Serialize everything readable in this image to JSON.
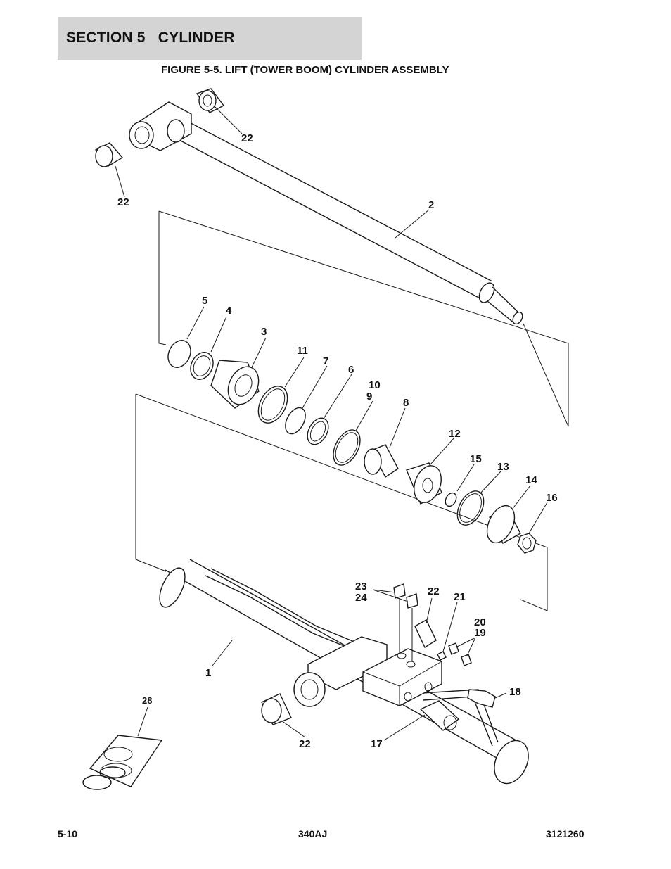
{
  "header": {
    "section_title": "SECTION 5   CYLINDER",
    "figure_title": "FIGURE 5-5. LIFT (TOWER BOOM) CYLINDER ASSEMBLY"
  },
  "callouts": [
    "22",
    "22",
    "2",
    "5",
    "4",
    "3",
    "11",
    "7",
    "6",
    "10",
    "9",
    "8",
    "12",
    "15",
    "13",
    "14",
    "16",
    "23",
    "24",
    "22",
    "21",
    "20",
    "19",
    "1",
    "18",
    "28",
    "22",
    "17"
  ],
  "footer": {
    "page_number": "5-10",
    "model": "340AJ",
    "doc_number": "3121260"
  },
  "colors": {
    "banner_bg": "#d4d4d4",
    "line": "#1a1a1a"
  }
}
